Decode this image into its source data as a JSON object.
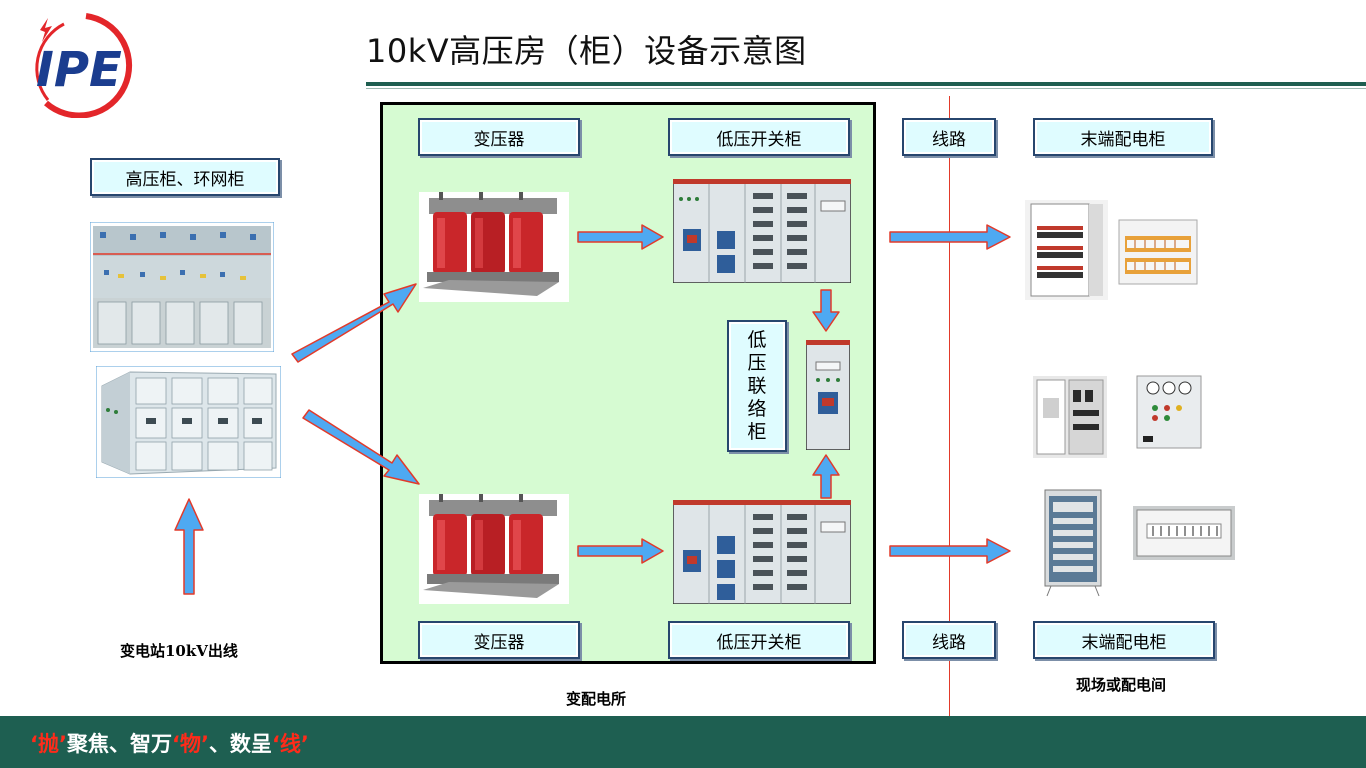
{
  "title": "10kV高压房（柜）设备示意图",
  "logo_text": "IPE",
  "labels": {
    "hv_cabinet": "高压柜、环网柜",
    "transformer_top": "变压器",
    "lv_switch_top": "低压开关柜",
    "line_top": "线路",
    "terminal_top": "末端配电柜",
    "transformer_bottom": "变压器",
    "lv_switch_bottom": "低压开关柜",
    "line_bottom": "线路",
    "terminal_bottom": "末端配电柜",
    "tie_cabinet": [
      "低",
      "压",
      "联",
      "络",
      "柜"
    ]
  },
  "captions": {
    "substation": "变电站10kV出线",
    "distribution_room": "变配电所",
    "site_room": "现场或配电间"
  },
  "footer": {
    "part1": "‘抛’",
    "part2": "聚焦、智万",
    "part3": "‘物’",
    "part4": "、数呈",
    "part5": "‘线’"
  },
  "colors": {
    "green_area": "#d6fbd2",
    "arrow_fill": "#4ea9f2",
    "arrow_stroke": "#e23a2a",
    "divider": "#e23a2a",
    "footer": "#1e5f51",
    "accent_red": "#ff2b1a"
  }
}
